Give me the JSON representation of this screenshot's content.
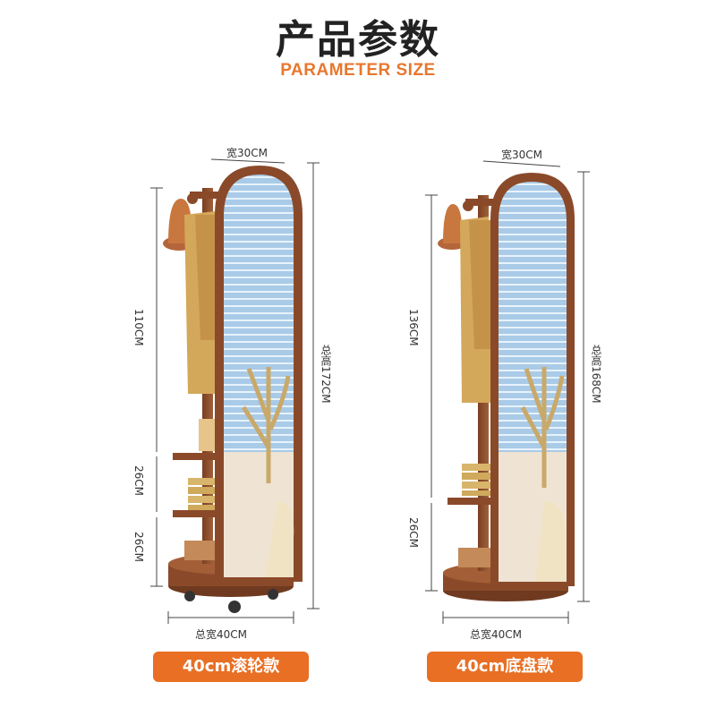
{
  "header": {
    "title": "产品参数",
    "subtitle": "PARAMETER SIZE"
  },
  "colors": {
    "accent": "#e86f24",
    "wood": "#8a4a2a",
    "mirror": "#9fc3e0"
  },
  "left_product": {
    "top_width": "宽30CM",
    "hook_height": "110CM",
    "shelf_gap_1": "26CM",
    "shelf_gap_2": "26CM",
    "total_height": "总高172CM",
    "total_width": "总宽40CM",
    "badge": "40cm滚轮款"
  },
  "right_product": {
    "top_width": "宽30CM",
    "hook_height": "136CM",
    "shelf_gap": "26CM",
    "total_height": "总高168CM",
    "total_width": "总宽40CM",
    "badge": "40cm底盘款"
  }
}
